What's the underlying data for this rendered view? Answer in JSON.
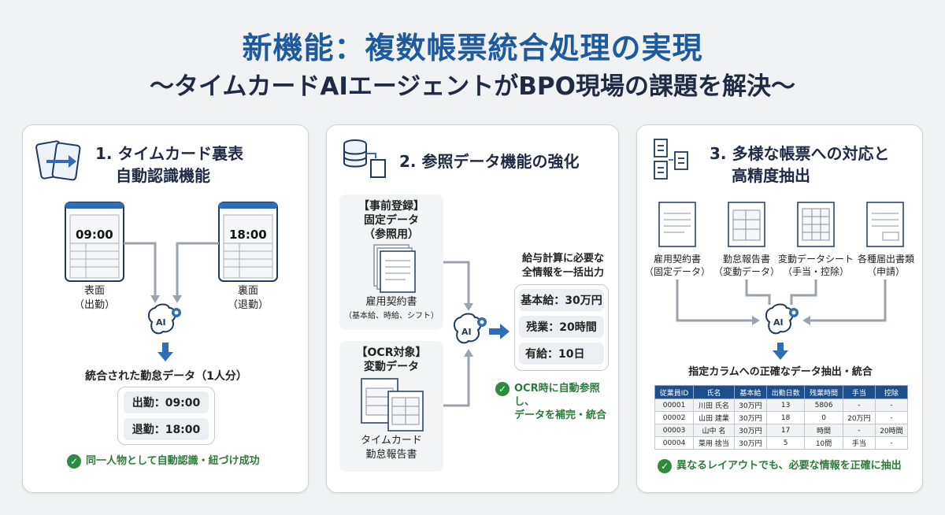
{
  "header": {
    "title": "新機能：複数帳票統合処理の実現",
    "subtitle": "〜タイムカードAIエージェントがBPO現場の課題を解決〜"
  },
  "panel1": {
    "title_line1": "1. タイムカード裏表",
    "title_line2": "自動認識機能",
    "front_time": "09:00",
    "back_time": "18:00",
    "front_label": "表面",
    "front_sub": "（出勤）",
    "back_label": "裏面",
    "back_sub": "（退勤）",
    "ai_label": "AI",
    "merged_label": "統合された勤怠データ（1人分）",
    "in_value": "出勤：09:00",
    "out_value": "退勤：18:00",
    "success": "同一人物として自動認識・紐づけ成功"
  },
  "panel2": {
    "title": "2. 参照データ機能の強化",
    "reg_line1": "【事前登録】",
    "reg_line2": "固定データ",
    "reg_line3": "（参照用）",
    "contract_label": "雇用契約書",
    "contract_sub": "（基本給、時給、シフト）",
    "ocr_line1": "【OCR対象】",
    "ocr_line2": "変動データ",
    "report_line1": "タイムカード",
    "report_line2": "勤怠報告書",
    "ai_label": "AI",
    "output_line1": "給与計算に必要な",
    "output_line2": "全情報を一括出力",
    "out_base": "基本給：30万円",
    "out_overtime": "残業：20時間",
    "out_leave": "有給：10日",
    "success_line1": "OCR時に自動参照し、",
    "success_line2": "データを補完・統合"
  },
  "panel3": {
    "title_line1": "3. 多様な帳票への対応と",
    "title_line2": "高精度抽出",
    "docs": [
      {
        "line1": "雇用契約書",
        "line2": "（固定データ）"
      },
      {
        "line1": "勤怠報告書",
        "line2": "（変動データ）"
      },
      {
        "line1": "変動データシート",
        "line2": "（手当・控除）"
      },
      {
        "line1": "各種届出書類",
        "line2": "（申請）"
      }
    ],
    "ai_label": "AI",
    "extract_label": "指定カラムへの正確なデータ抽出・統合",
    "table": {
      "headers": [
        "従業員ID",
        "氏名",
        "基本給",
        "出勤日数",
        "残業時間",
        "手当",
        "控除"
      ],
      "rows": [
        [
          "00001",
          "川田 氏名",
          "30万円",
          "13",
          "5806",
          "-",
          "-"
        ],
        [
          "00002",
          "山田 建業",
          "30万円",
          "18",
          "0",
          "20万円",
          "-"
        ],
        [
          "00003",
          "山中 名",
          "30万円",
          "17",
          "時間",
          "-",
          "20時間"
        ],
        [
          "00004",
          "菜用 捨当",
          "30万円",
          "5",
          "10問",
          "手当",
          "-"
        ]
      ]
    },
    "success": "異なるレイアウトでも、必要な情報を正確に抽出"
  },
  "colors": {
    "title_blue": "#1d5b9e",
    "arrow_blue": "#2f6db5",
    "success_green": "#2f8a42",
    "table_header": "#1f4e8c"
  },
  "icons": [
    "cards-swap-icon",
    "ai-brain-gear-icon",
    "database-document-icon",
    "documents-icon",
    "check-circle-icon"
  ]
}
